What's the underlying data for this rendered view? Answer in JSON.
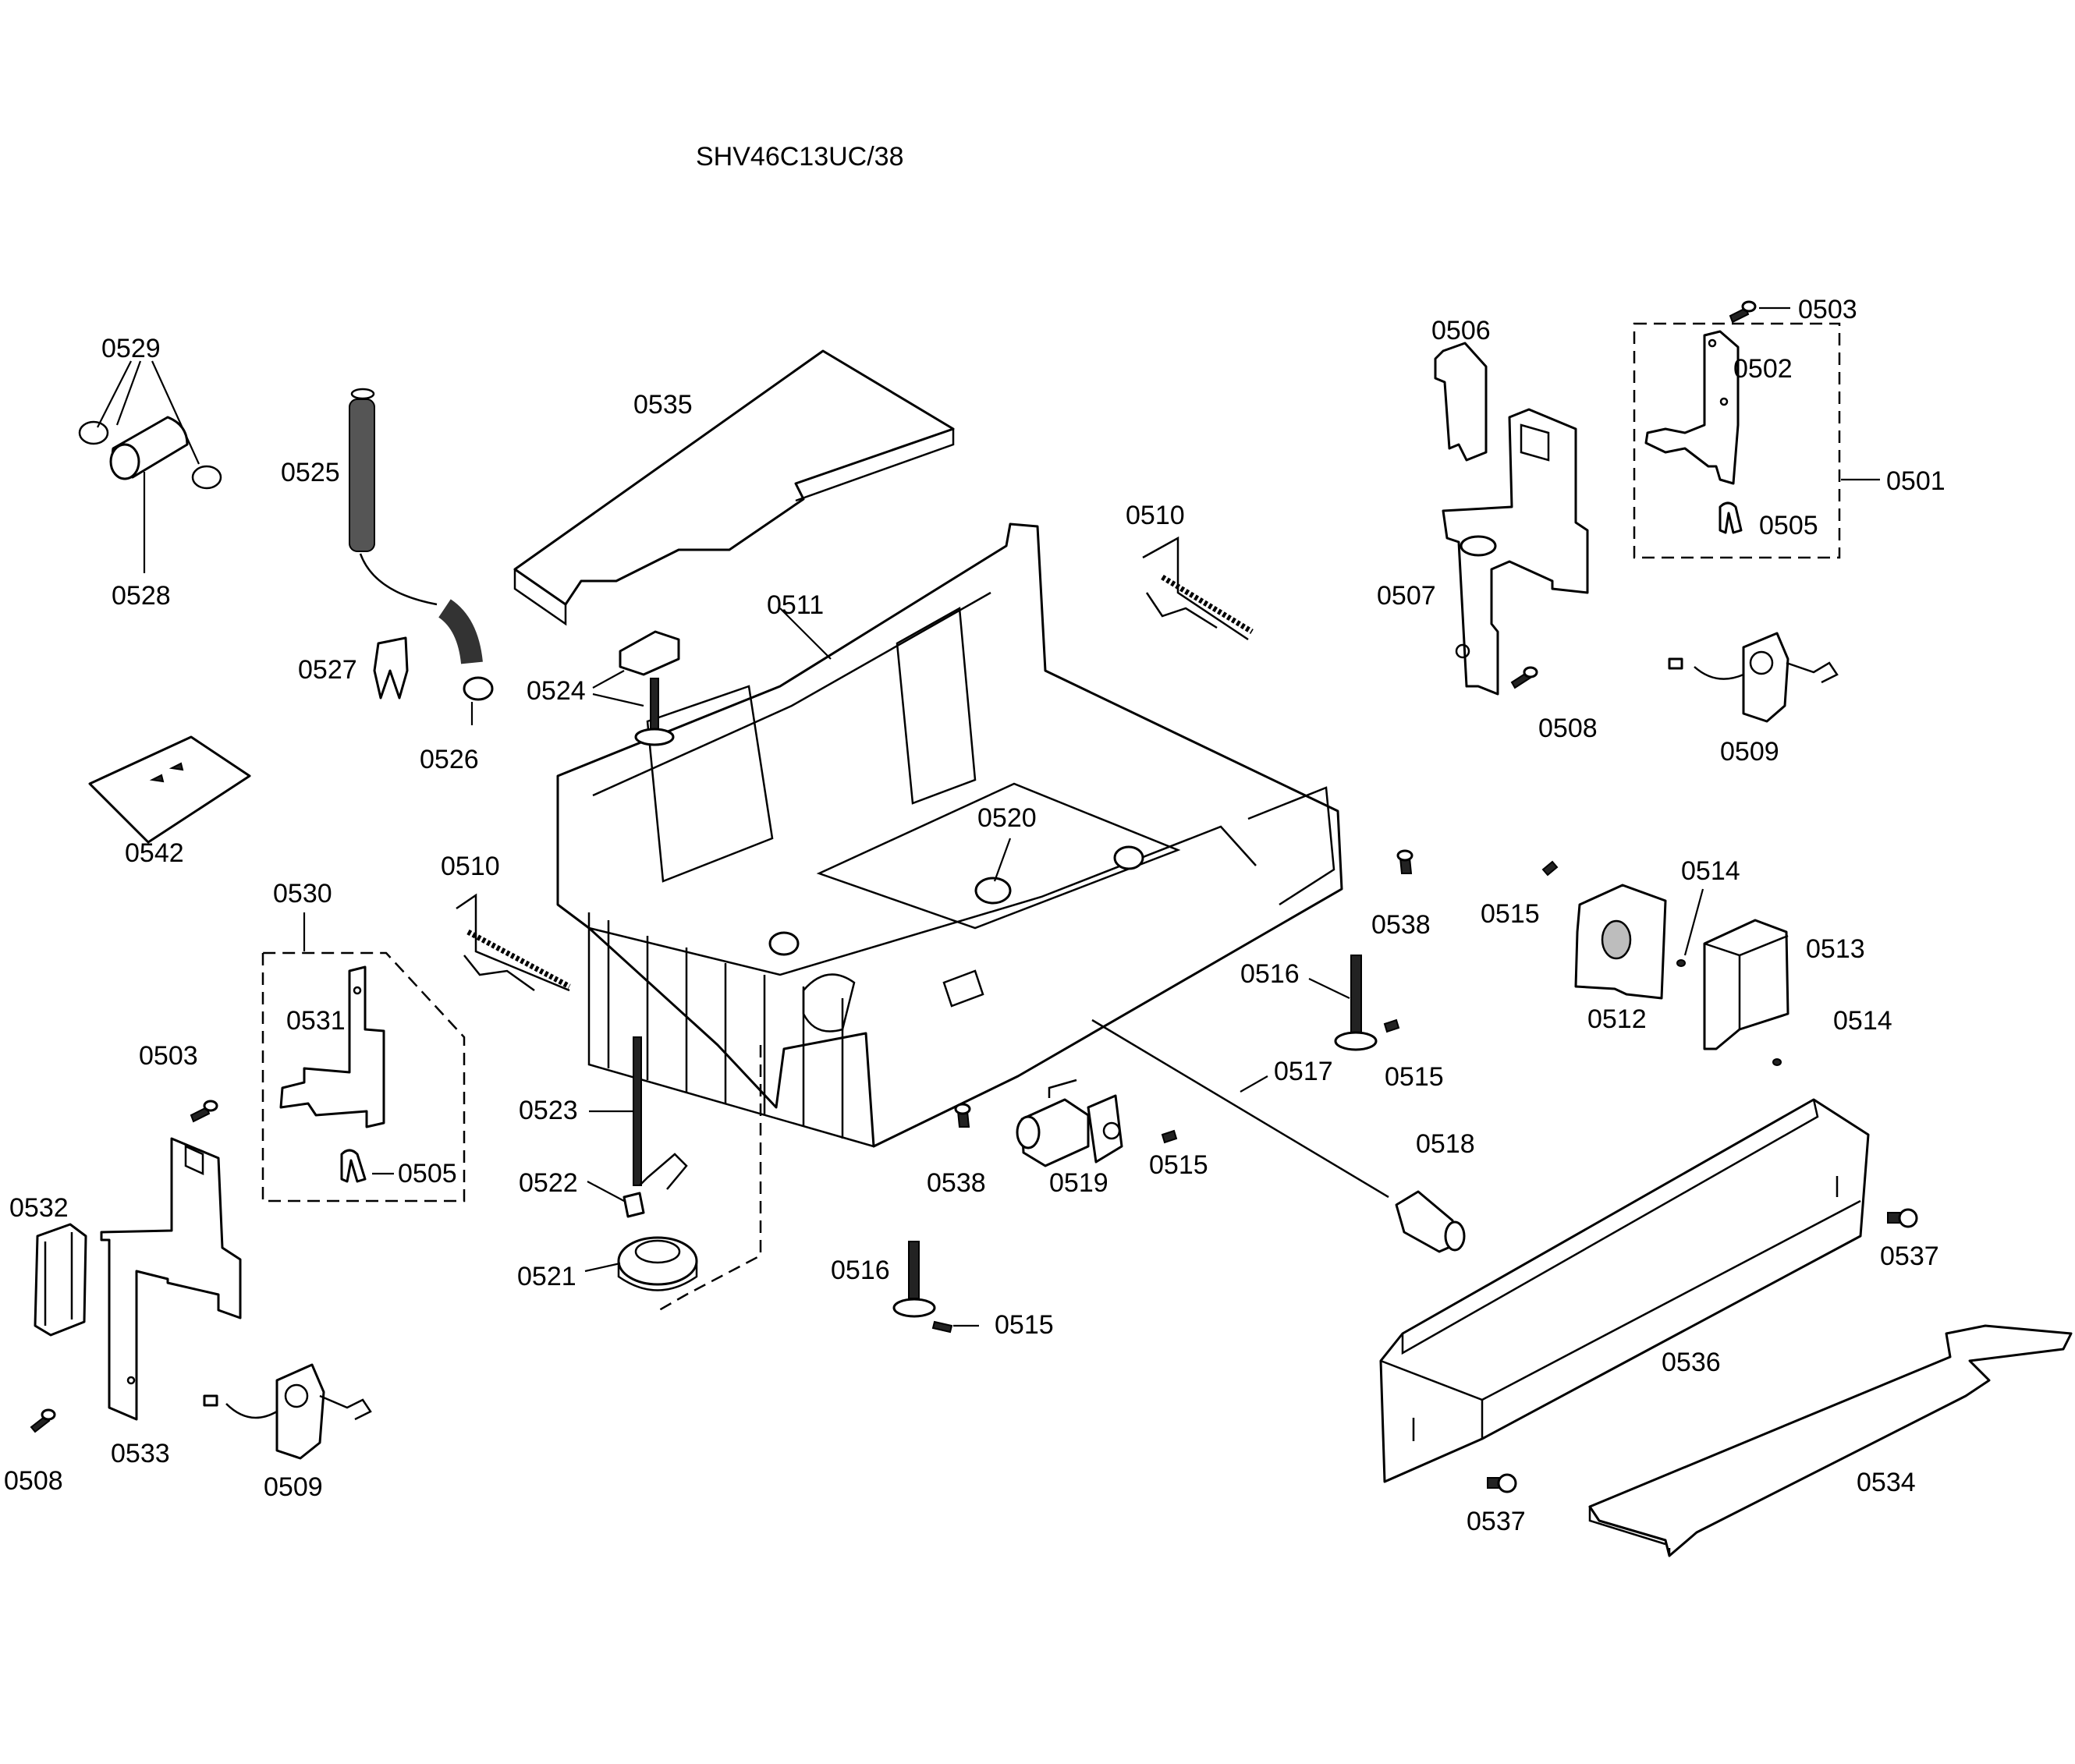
{
  "title": "SHV46C13UC/38",
  "labels": {
    "l0529": "0529",
    "l0528": "0528",
    "l0525": "0525",
    "l0526": "0526",
    "l0527": "0527",
    "l0542": "0542",
    "l0535": "0535",
    "l0511": "0511",
    "l0524": "0524",
    "l0510a": "0510",
    "l0510b": "0510",
    "l0530": "0530",
    "l0531": "0531",
    "l0505a": "0505",
    "l0503a": "0503",
    "l0532": "0532",
    "l0533": "0533",
    "l0508a": "0508",
    "l0509a": "0509",
    "l0523": "0523",
    "l0522": "0522",
    "l0521": "0521",
    "l0520": "0520",
    "l0516a": "0516",
    "l0515a": "0515",
    "l0538a": "0538",
    "l0519": "0519",
    "l0515b": "0515",
    "l0538b": "0538",
    "l0516b": "0516",
    "l0515c": "0515",
    "l0517": "0517",
    "l0518": "0518",
    "l0506": "0506",
    "l0507": "0507",
    "l0508b": "0508",
    "l0503b": "0503",
    "l0502": "0502",
    "l0501": "0501",
    "l0505b": "0505",
    "l0509b": "0509",
    "l0515d": "0515",
    "l0514a": "0514",
    "l0513": "0513",
    "l0512": "0512",
    "l0514b": "0514",
    "l0537a": "0537",
    "l0536": "0536",
    "l0537b": "0537",
    "l0534": "0534"
  }
}
